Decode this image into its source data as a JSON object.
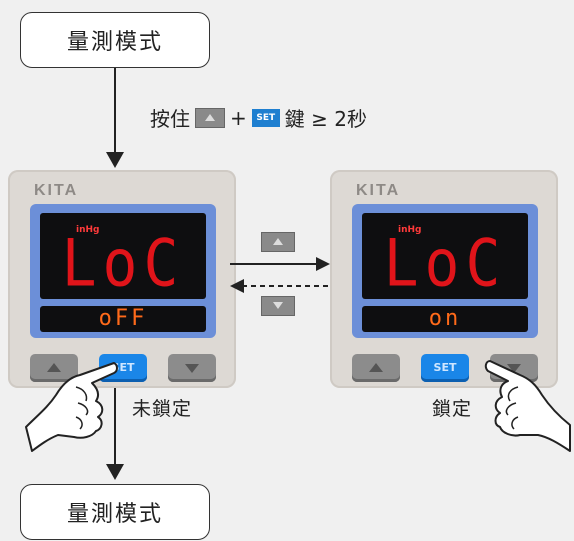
{
  "mode_top": "量測模式",
  "mode_bottom": "量測模式",
  "instruction": {
    "prefix": "按住",
    "plus": "+",
    "set_key": "SET",
    "suffix": "鍵 ≥ 2秒"
  },
  "device_left": {
    "brand": "KITA",
    "unit": "inHg",
    "main_display": "LoC",
    "sub_display": "oFF",
    "set_label": "SET"
  },
  "device_right": {
    "brand": "KITA",
    "unit": "inHg",
    "main_display": "LoC",
    "sub_display": "on",
    "set_label": "SET"
  },
  "state_unlocked": "未鎖定",
  "state_locked": "鎖定",
  "colors": {
    "display_red": "#e0141a",
    "display_orange": "#ff6a1a",
    "bezel_blue": "#6c8fd8",
    "set_blue": "#1a86e8"
  }
}
